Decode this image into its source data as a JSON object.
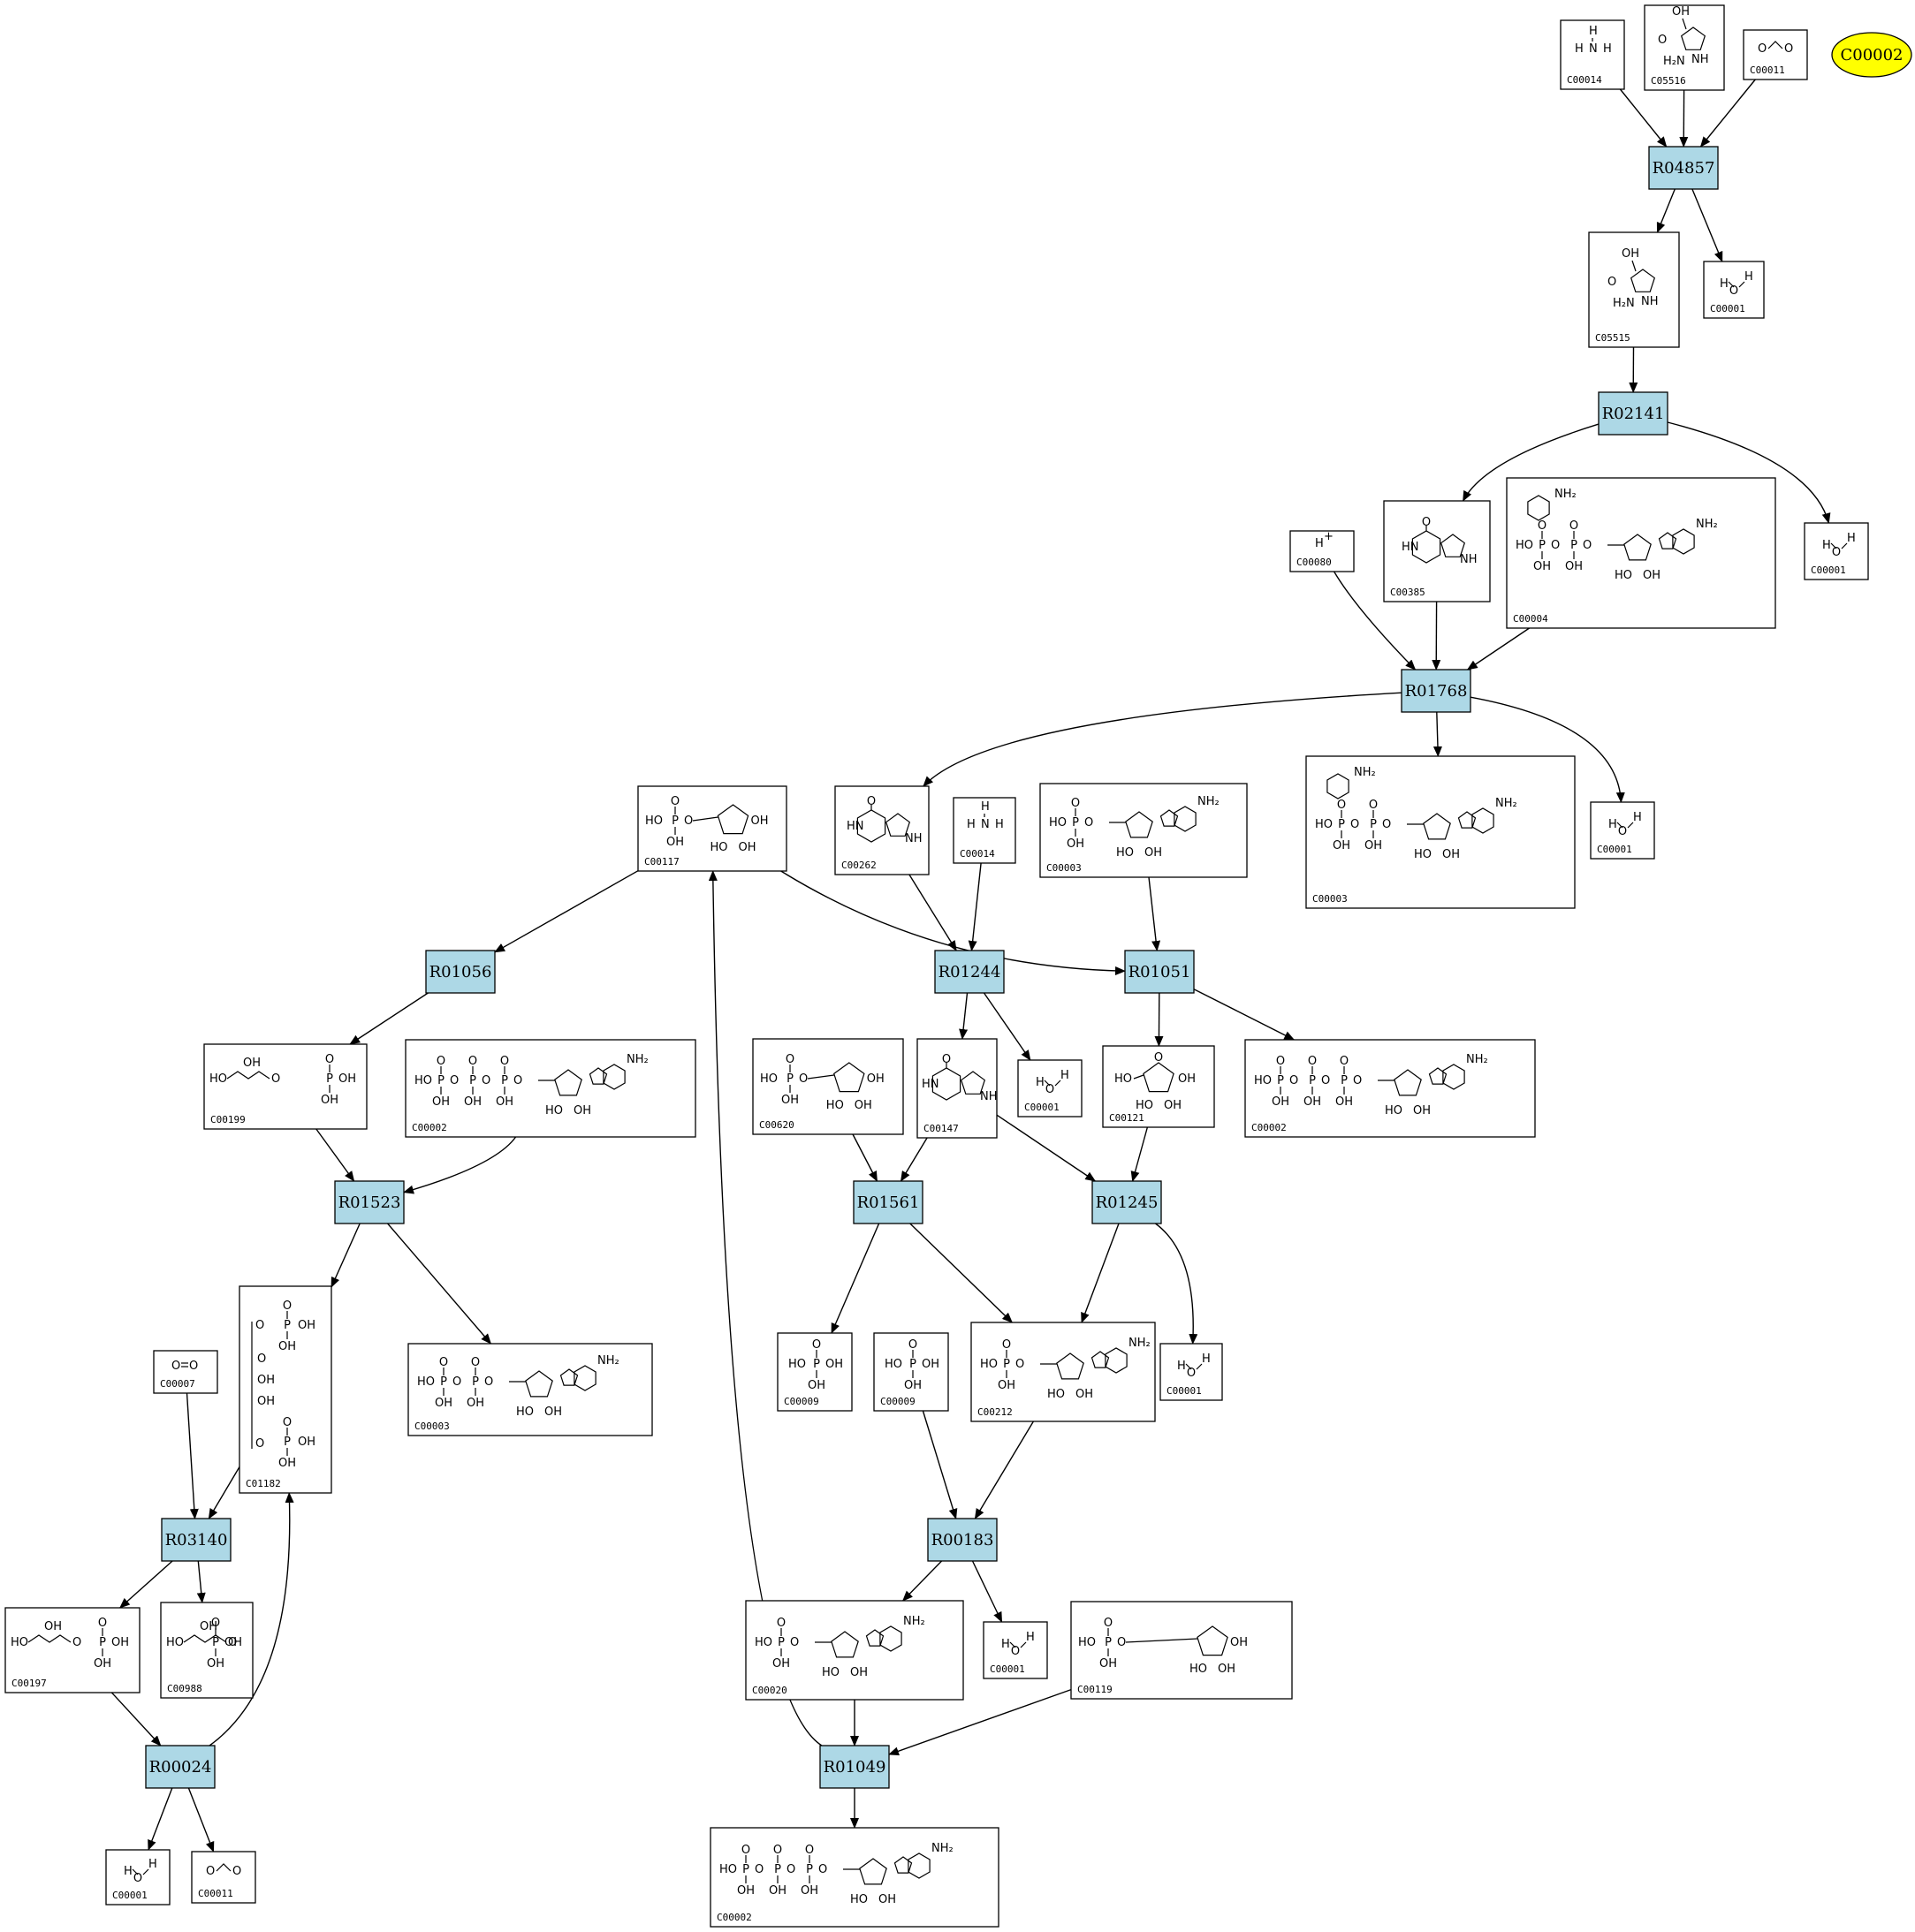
{
  "colors": {
    "reaction_fill": "#add8e6",
    "start_fill": "#ffff00",
    "line": "#000000"
  },
  "start": {
    "id": "start",
    "label": "C00002"
  },
  "reactions": [
    {
      "id": "r1",
      "label": "R04857"
    },
    {
      "id": "r2",
      "label": "R02141"
    },
    {
      "id": "r3",
      "label": "R01768"
    },
    {
      "id": "r4",
      "label": "R01056"
    },
    {
      "id": "r5",
      "label": "R01244"
    },
    {
      "id": "r6",
      "label": "R01051"
    },
    {
      "id": "r7",
      "label": "R01523"
    },
    {
      "id": "r8",
      "label": "R01561"
    },
    {
      "id": "r9",
      "label": "R01245"
    },
    {
      "id": "r10",
      "label": "R03140"
    },
    {
      "id": "r11",
      "label": "R00183"
    },
    {
      "id": "r12",
      "label": "R00024"
    },
    {
      "id": "r13",
      "label": "R01049"
    }
  ],
  "compounds": [
    {
      "id": "c1",
      "label": "C00014",
      "glyph": "nh3"
    },
    {
      "id": "c2",
      "label": "C05516",
      "glyph": "small-ring"
    },
    {
      "id": "c3",
      "label": "C00011",
      "glyph": "co2"
    },
    {
      "id": "c4",
      "label": "C05515",
      "glyph": "small-ring"
    },
    {
      "id": "c5",
      "label": "C00001",
      "glyph": "water"
    },
    {
      "id": "c6",
      "label": "C00001",
      "glyph": "water"
    },
    {
      "id": "c7",
      "label": "C00080",
      "glyph": "proton"
    },
    {
      "id": "c8",
      "label": "C00385",
      "glyph": "purine"
    },
    {
      "id": "c9",
      "label": "C00004",
      "glyph": "dinucleotide"
    },
    {
      "id": "c10",
      "label": "C00117",
      "glyph": "sugar-phosphate"
    },
    {
      "id": "c11",
      "label": "C00262",
      "glyph": "purine"
    },
    {
      "id": "c12",
      "label": "C00014",
      "glyph": "nh3"
    },
    {
      "id": "c13",
      "label": "C00003",
      "glyph": "nucleotide"
    },
    {
      "id": "c14",
      "label": "C00003",
      "glyph": "dinucleotide"
    },
    {
      "id": "c15",
      "label": "C00001",
      "glyph": "water"
    },
    {
      "id": "c16",
      "label": "C00199",
      "glyph": "chain-phosphate"
    },
    {
      "id": "c17",
      "label": "C00002",
      "glyph": "nucleotide"
    },
    {
      "id": "c18",
      "label": "C00620",
      "glyph": "sugar-phosphate"
    },
    {
      "id": "c19",
      "label": "C00147",
      "glyph": "purine"
    },
    {
      "id": "c20",
      "label": "C00001",
      "glyph": "water"
    },
    {
      "id": "c21",
      "label": "C00121",
      "glyph": "sugar"
    },
    {
      "id": "c22",
      "label": "C00002",
      "glyph": "nucleotide"
    },
    {
      "id": "c23",
      "label": "C01182",
      "glyph": "vertical-chain"
    },
    {
      "id": "c24",
      "label": "C00003",
      "glyph": "nucleotide"
    },
    {
      "id": "c25",
      "label": "C00009",
      "glyph": "phosphate"
    },
    {
      "id": "c26",
      "label": "C00009",
      "glyph": "phosphate"
    },
    {
      "id": "c27",
      "label": "C00212",
      "glyph": "nucleotide"
    },
    {
      "id": "c28",
      "label": "C00001",
      "glyph": "water"
    },
    {
      "id": "c29",
      "label": "C00007",
      "glyph": "o2"
    },
    {
      "id": "c30",
      "label": "C00197",
      "glyph": "chain-phosphate"
    },
    {
      "id": "c31",
      "label": "C00988",
      "glyph": "chain-phosphate"
    },
    {
      "id": "c32",
      "label": "C00020",
      "glyph": "nucleotide"
    },
    {
      "id": "c33",
      "label": "C00001",
      "glyph": "water"
    },
    {
      "id": "c34",
      "label": "C00119",
      "glyph": "sugar-phosphate"
    },
    {
      "id": "c35",
      "label": "C00001",
      "glyph": "water"
    },
    {
      "id": "c36",
      "label": "C00011",
      "glyph": "co2"
    },
    {
      "id": "c37",
      "label": "C00002",
      "glyph": "nucleotide"
    }
  ],
  "edges": [
    [
      "c1",
      "r1"
    ],
    [
      "c2",
      "r1"
    ],
    [
      "c3",
      "r1"
    ],
    [
      "r1",
      "c4"
    ],
    [
      "r1",
      "c5"
    ],
    [
      "c4",
      "r2"
    ],
    [
      "r2",
      "c8"
    ],
    [
      "r2",
      "c6"
    ],
    [
      "c7",
      "r3"
    ],
    [
      "c8",
      "r3"
    ],
    [
      "c9",
      "r3"
    ],
    [
      "r3",
      "c11"
    ],
    [
      "r3",
      "c14"
    ],
    [
      "r3",
      "c15"
    ],
    [
      "c10",
      "r4"
    ],
    [
      "c10",
      "r6"
    ],
    [
      "c11",
      "r5"
    ],
    [
      "c12",
      "r5"
    ],
    [
      "c13",
      "r6"
    ],
    [
      "r4",
      "c16"
    ],
    [
      "r5",
      "c19"
    ],
    [
      "r5",
      "c20"
    ],
    [
      "r6",
      "c21"
    ],
    [
      "r6",
      "c22"
    ],
    [
      "c16",
      "r7"
    ],
    [
      "c17",
      "r7"
    ],
    [
      "r7",
      "c23"
    ],
    [
      "r7",
      "c24"
    ],
    [
      "c18",
      "r8"
    ],
    [
      "c19",
      "r8"
    ],
    [
      "c19",
      "r9"
    ],
    [
      "c21",
      "r9"
    ],
    [
      "r8",
      "c25"
    ],
    [
      "r8",
      "c27"
    ],
    [
      "r9",
      "c27"
    ],
    [
      "r9",
      "c28"
    ],
    [
      "c29",
      "r10"
    ],
    [
      "c23",
      "r10"
    ],
    [
      "r10",
      "c30"
    ],
    [
      "r10",
      "c31"
    ],
    [
      "c26",
      "r11"
    ],
    [
      "c27",
      "r11"
    ],
    [
      "r11",
      "c32"
    ],
    [
      "r11",
      "c33"
    ],
    [
      "c30",
      "r12"
    ],
    [
      "r12",
      "c35"
    ],
    [
      "r12",
      "c36"
    ],
    [
      "r12",
      "c23"
    ],
    [
      "c32",
      "r13"
    ],
    [
      "c34",
      "r13"
    ],
    [
      "r13",
      "c37"
    ],
    [
      "r13",
      "c10"
    ]
  ]
}
